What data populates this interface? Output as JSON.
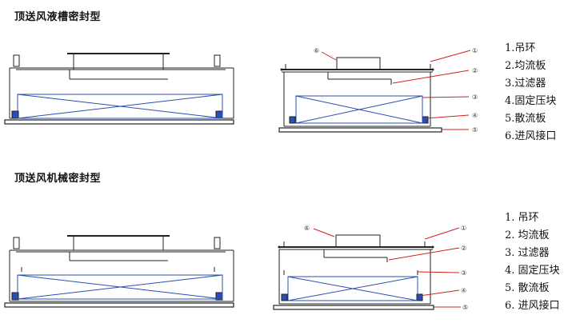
{
  "section1": {
    "title": "顶送风液槽密封型",
    "legend": [
      "1.吊环",
      "2.均流板",
      "3.过滤器",
      "4.固定压块",
      "5.散流板",
      "6.进风接口"
    ],
    "callouts": [
      "①",
      "②",
      "③",
      "④",
      "⑤",
      "⑥"
    ]
  },
  "section2": {
    "title": "顶送风机械密封型",
    "legend": [
      "1. 吊环",
      "2. 均流板",
      "3. 过滤器",
      "4. 固定压块",
      "5. 散流板",
      "6. 进风接口"
    ],
    "callouts": [
      "①",
      "②",
      "③",
      "④",
      "⑤",
      "⑥"
    ]
  },
  "colors": {
    "filter": "#2a4fb3",
    "leader": "#d02020",
    "line": "#222222"
  }
}
